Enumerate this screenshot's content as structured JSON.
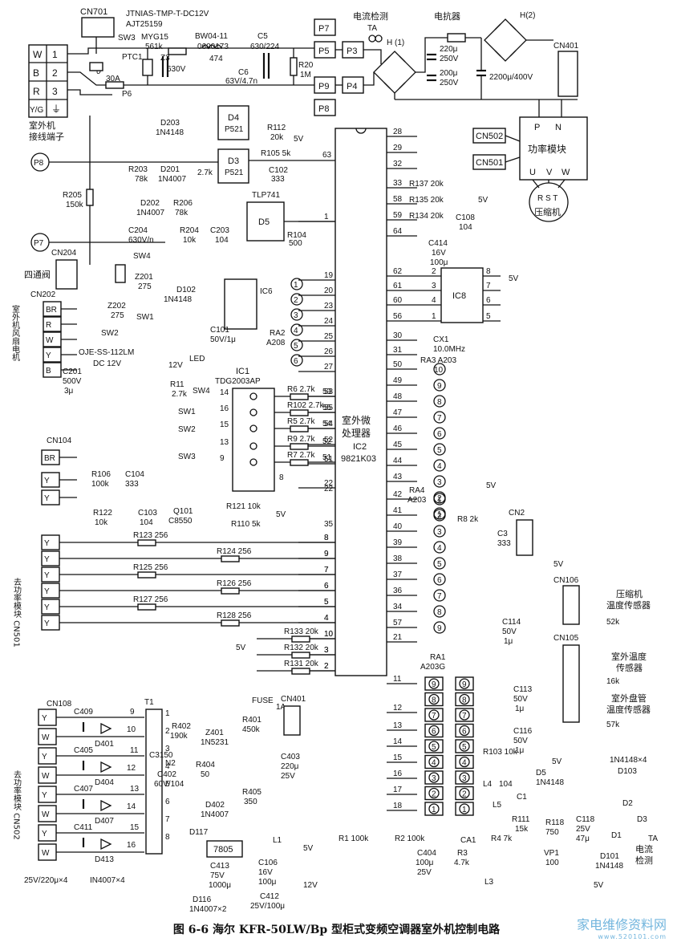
{
  "figure_caption": "图 6-6   海尔 KFR-50LW/Bp 型柜式变频空调器室外机控制电路",
  "watermark": {
    "title": "家电维修资料网",
    "url": "www.520101.com"
  },
  "header_parts": {
    "cn701": "CN701",
    "relay": "JTNIAS-TMP-T-DC12V",
    "relay2": "AJT25159",
    "sw3": "SW3",
    "myg": "MYG15",
    "myg2": "561k",
    "ptc": "PTC1",
    "z3": "Z3",
    "c630": "630V",
    "bw": "BW04-11",
    "bw2": "0600173",
    "l474": "474",
    "c5": "C5",
    "c5v": "630/224",
    "c6": "C6",
    "c6v": "63V/4.7n",
    "r20": "R20",
    "r20v": "1M",
    "fuse30": "30A",
    "p6": "P6",
    "theta": "θ",
    "p7": "P7",
    "p5": "P5",
    "p9": "P9",
    "p8": "P8",
    "p3": "P3",
    "p4": "P4",
    "ta_label": "电流检测",
    "ta": "TA",
    "h1": "H (1)",
    "h2": "H(2)",
    "reactor": "电抗器",
    "c220": "220μ",
    "c220v": "250V",
    "c200": "200μ",
    "c200v": "250V",
    "c2200": "2200μ/400V",
    "cn401": "CN401"
  },
  "terminal_block": {
    "rows": [
      [
        "W",
        "1"
      ],
      [
        "B",
        "2"
      ],
      [
        "R",
        "3"
      ],
      [
        "Y/G",
        "⏚"
      ]
    ],
    "caption1": "室外机",
    "caption2": "接线端子"
  },
  "power_module": {
    "title": "功率模块",
    "p": "P",
    "n": "N",
    "u": "U",
    "v": "V",
    "w": "W",
    "cn502": "CN502",
    "cn501": "CN501",
    "motor": "压缩机",
    "rst": "R S T"
  },
  "left_mid": {
    "d203": "D203",
    "d203v": "1N4148",
    "d4": "D4",
    "d4v": "P521",
    "d3": "D3",
    "d3v": "P521",
    "r112": "R112",
    "r112v": "20k",
    "r105": "R105 5k",
    "c102": "C102",
    "c102v": "333",
    "v5": "5V",
    "n63": "63",
    "p8": "P8",
    "r203": "R203",
    "r203v": "78k",
    "d201": "D201",
    "d201v": "1N4007",
    "k27": "2.7k",
    "tlp": "TLP741",
    "r205": "R205",
    "r205v": "150k",
    "d202": "D202",
    "d202v": "1N4007",
    "r206": "R206",
    "r206v": "78k",
    "d5": "D5",
    "c204": "C204",
    "c204v": "630V/n",
    "r204": "R204",
    "r204v": "10k",
    "c203": "C203",
    "c203v": "104",
    "r104": "R104",
    "r104v": "500",
    "p7": "P7",
    "cn204": "CN204",
    "valve": "四通阀",
    "sw4": "SW4",
    "z201": "Z201",
    "z201v": "275",
    "d102": "D102",
    "d102v": "1N4148",
    "ic6": "IC6",
    "c101": "C101",
    "c101v": "50V/1μ",
    "ra2": "RA2",
    "ra2v": "A208",
    "cn202": "CN202",
    "fan_label": "室外机风扇电机",
    "z202": "Z202",
    "z202v": "275",
    "sw1": "SW1",
    "sw2": "SW2",
    "oje": "OJE-SS-112LM",
    "oje2": "DC 12V",
    "c201": "C201",
    "c201v": "500V",
    "c201c": "3μ",
    "cn202_pins": [
      "BR",
      "R",
      "W",
      "Y",
      "B"
    ]
  },
  "ic1": {
    "title": "IC1",
    "part": "TDG2003AP",
    "led": "LED",
    "v12": "12V",
    "r11": "R11",
    "r11v": "2.7k",
    "sw4": "SW4",
    "sw1": "SW1",
    "sw2": "SW2",
    "sw3": "SW3",
    "pins_left": [
      "14",
      "16",
      "15",
      "13",
      "9"
    ],
    "res": [
      "R6 2.7k",
      "R102 2.7k",
      "R5 2.7k",
      "R9 2.7k",
      "R7 2.7k"
    ],
    "pins_mcu": [
      "53",
      "55",
      "54",
      "52",
      "51"
    ],
    "n8": "8",
    "n22": "22"
  },
  "mcu": {
    "title1": "室外微",
    "title2": "处理器",
    "ic": "IC2",
    "part": "9821K03",
    "left_pins": [
      "1",
      "19",
      "20",
      "23",
      "24",
      "25",
      "26",
      "27",
      "53",
      "55",
      "54",
      "52",
      "51",
      "22",
      "35",
      "8",
      "9",
      "7",
      "6",
      "5",
      "4",
      "10",
      "3",
      "2"
    ],
    "right_pins": [
      "28",
      "29",
      "32",
      "33",
      "58",
      "59",
      "64",
      "62",
      "61",
      "60",
      "56",
      "30",
      "31",
      "50",
      "49",
      "48",
      "47",
      "46",
      "45",
      "44",
      "43",
      "42",
      "41",
      "40",
      "39",
      "38",
      "37",
      "36",
      "34",
      "57",
      "21",
      "11",
      "12",
      "13",
      "14",
      "15",
      "16",
      "17",
      "18"
    ]
  },
  "right_mid": {
    "r137": "R137 20k",
    "r135": "R135 20k",
    "r134": "R134 20k",
    "v5": "5V",
    "c108": "C108",
    "c108v": "104",
    "c414": "C414",
    "c414v": "16V",
    "c414c": "100μ",
    "ic8": "IC8",
    "ic8_left": [
      "2",
      "3",
      "4",
      "1"
    ],
    "ic8_right": [
      "8",
      "7",
      "6",
      "5"
    ],
    "cx1": "CX1",
    "cx1v": "10.0MHz",
    "ra3": "RA3 A203",
    "ra3_nums": [
      "10",
      "9",
      "8",
      "7",
      "6",
      "5",
      "4",
      "3",
      "2",
      "1"
    ],
    "ra4": "RA4",
    "ra4v": "A203",
    "ra4_nums": [
      "1",
      "2",
      "3",
      "4",
      "5",
      "6",
      "7",
      "8",
      "9"
    ],
    "r8": "R8 2k",
    "cn2": "CN2",
    "c3": "C3",
    "c3v": "333"
  },
  "sensors": {
    "v5": "5V",
    "cn106": "CN106",
    "s1": "压缩机",
    "s1b": "温度传感器",
    "s1v": "52k",
    "c114": "C114",
    "c114v": "50V",
    "c114c": "1μ",
    "cn105": "CN105",
    "s2": "室外温度",
    "s2b": "传感器",
    "s2v": "16k",
    "s3": "室外盘管",
    "s3b": "温度传感器",
    "s3v": "57k",
    "c113": "C113",
    "c113v": "50V",
    "c113c": "1μ",
    "c116": "C116",
    "c116v": "50V",
    "c116c": "1μ",
    "ra1": "RA1",
    "ra1v": "A203G",
    "ra1_nums": [
      "9",
      "8",
      "7",
      "6",
      "5",
      "4",
      "3",
      "2",
      "1"
    ],
    "r103": "R103 10k",
    "d5": "D5",
    "d5v": "1N4148",
    "l4": "L4",
    "c104": "104",
    "c1": "C1",
    "l5": "L5",
    "r111": "R111",
    "r111v": "15k",
    "ca1": "CA1",
    "r4": "R4 7k",
    "r118": "R118",
    "r118v": "750",
    "c118": "C118",
    "c118v": "25V",
    "c118c": "47μ",
    "vp1": "VP1",
    "vp1v": "100",
    "d101": "D101",
    "d101v": "1N4148",
    "diodes": "1N4148×4",
    "d103": "D103",
    "d2": "D2",
    "d3": "D3",
    "d1": "D1",
    "ta": "TA",
    "ta_label": "电流",
    "ta_label2": "检测",
    "r1": "R1 100k",
    "r2": "R2 100k",
    "c404": "C404",
    "c404v": "100μ",
    "c404c": "25V",
    "r3": "R3",
    "r3v": "4.7k",
    "l3": "L3"
  },
  "cn104": {
    "title": "CN104",
    "module_label": "去功率模块 CN501",
    "pins": [
      "BR",
      "Y",
      "Y",
      "Y",
      "Y",
      "Y",
      "Y",
      "Y",
      "Y",
      "Y"
    ],
    "r106": "R106",
    "r106v": "100k",
    "c104": "C104",
    "c104v": "333",
    "r122": "R122",
    "r122v": "10k",
    "c103": "C103",
    "c103v": "104",
    "q101": "Q101",
    "q101v": "C8550",
    "r121": "R121 10k",
    "r110": "R110 5k",
    "res": [
      "R123 256",
      "R124 256",
      "R125 256",
      "R126 256",
      "R127 256",
      "R128 256"
    ],
    "res_pins": [
      "8",
      "9",
      "7",
      "6",
      "5",
      "4"
    ],
    "r133": "R133 20k",
    "r132": "R132 20k",
    "r131": "R131 20k",
    "r13x_pins": [
      "10",
      "3",
      "2"
    ],
    "v5": "5V"
  },
  "psu": {
    "cn108": "CN108",
    "module_label": "去功率模块 CN502",
    "pins": [
      "Y",
      "W",
      "Y",
      "W",
      "Y",
      "W",
      "Y",
      "W"
    ],
    "caps": [
      "C409",
      "C405",
      "C407",
      "C411"
    ],
    "diodes": [
      "D401",
      "D404",
      "D407",
      "D413"
    ],
    "sec_pins": [
      "9",
      "10",
      "11",
      "12",
      "13",
      "14",
      "15",
      "16"
    ],
    "rating": "25V/220μ×4",
    "rating2": "IN4007×4",
    "t1": "T1",
    "r402": "R402",
    "r402v": "190k",
    "z401": "Z401",
    "z401v": "1N5231",
    "fuse": "FUSE",
    "fuse_v": "1A",
    "cn401": "CN401",
    "r401": "R401",
    "r401v": "450k",
    "c3150": "C3150",
    "n2": "N2",
    "c402": "C402",
    "c402v": "60V/104",
    "r404": "R404",
    "r404v": "50",
    "r405": "R405",
    "r405v": "350",
    "c403": "C403",
    "c403v": "220μ",
    "c403c": "25V",
    "d402": "D402",
    "d402v": "1N4007",
    "d117": "D117",
    "reg": "7805",
    "l1": "L1",
    "v5": "5V",
    "v12": "12V",
    "c413": "C413",
    "c413v": "75V",
    "c413c": "1000μ",
    "c106": "C106",
    "c106v": "16V",
    "c106c": "100μ",
    "c412": "C412",
    "c412v": "25V/100μ",
    "d116": "D116",
    "d116v": "1N4007×2",
    "t_pins": [
      "1",
      "2",
      "3",
      "4",
      "5",
      "6",
      "7",
      "8"
    ]
  }
}
